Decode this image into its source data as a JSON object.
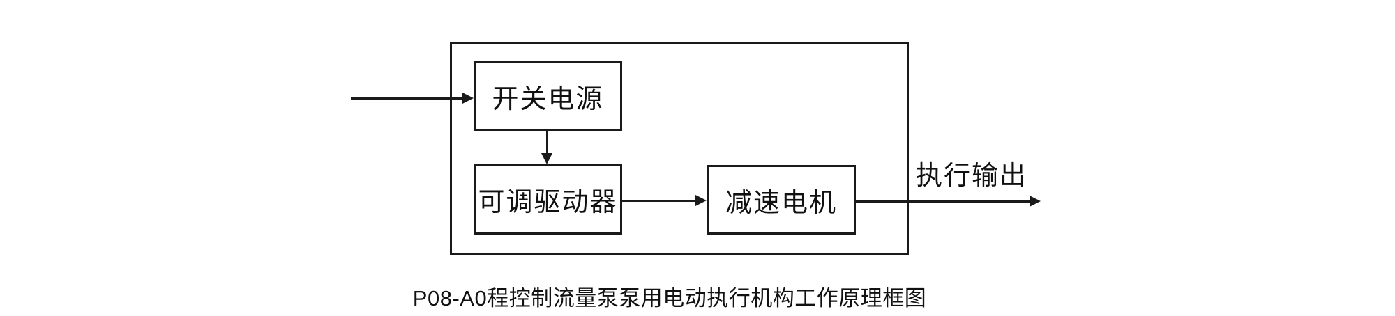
{
  "diagram": {
    "nodes": [
      {
        "id": "power-supply",
        "label": "开关电源"
      },
      {
        "id": "adjustable-driver",
        "label": "可调驱动器"
      },
      {
        "id": "gear-motor",
        "label": "减速电机"
      }
    ],
    "edges": [
      {
        "from": "external-input",
        "to": "power-supply",
        "label": ""
      },
      {
        "from": "power-supply",
        "to": "adjustable-driver",
        "label": ""
      },
      {
        "from": "adjustable-driver",
        "to": "gear-motor",
        "label": ""
      },
      {
        "from": "gear-motor",
        "to": "external-output",
        "label": "执行输出"
      }
    ],
    "output_label": "执行输出",
    "caption": "P08-A0程控制流量泵泵用电动执行机构工作原理框图",
    "colors": {
      "line": "#1a1a1a",
      "text": "#111111",
      "background": "#ffffff"
    }
  }
}
